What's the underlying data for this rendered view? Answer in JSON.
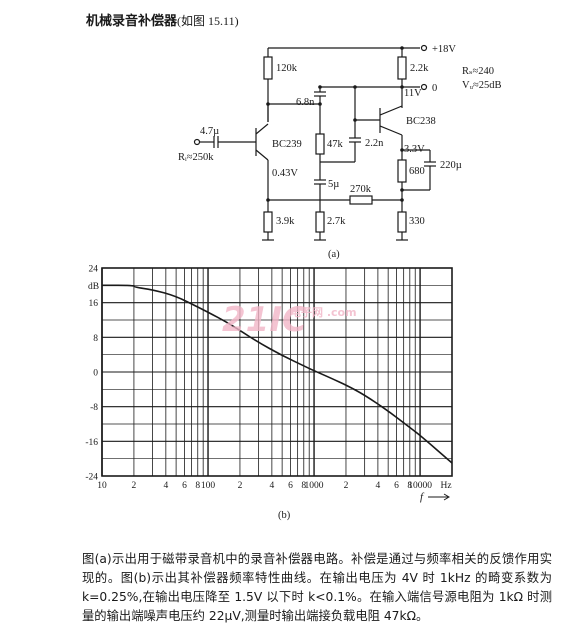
{
  "title": {
    "main": "机械录音补偿器",
    "ref": "(如图 15.11)"
  },
  "circuit": {
    "supply": "+18V",
    "output": "0",
    "rs": "Rₛ≈240",
    "vu": "Vᵤ≈25dB",
    "r120k": "120k",
    "r2k2": "2.2k",
    "c6n8": "6.8n",
    "v11": "11V",
    "c4u7": "4.7µ",
    "ri": "Rᵢ≈250k",
    "q1": "BC239",
    "r47k": "47k",
    "c2n2": "2.2n",
    "q2": "BC238",
    "v33": "3.3V",
    "v043": "0.43V",
    "c5u": "5µ",
    "r680": "680",
    "c220u": "220µ",
    "r270k": "270k",
    "r3k9": "3.9k",
    "r2k7": "2.7k",
    "r330": "330",
    "caption": "(a)"
  },
  "chart_data": {
    "type": "line",
    "title": "",
    "xlabel": "Hz",
    "ylabel": "dB",
    "xscale": "log",
    "xlim": [
      10,
      20000
    ],
    "ylim": [
      -24,
      24
    ],
    "x_ticks": [
      "10",
      "2",
      "4",
      "6",
      "8",
      "100",
      "2",
      "4",
      "6",
      "8",
      "1000",
      "2",
      "4",
      "6",
      "8",
      "10000",
      "Hz"
    ],
    "y_ticks": [
      "24",
      "16",
      "8",
      "0",
      "-8",
      "-16",
      "-24"
    ],
    "grid": true,
    "series": [
      {
        "name": "",
        "x": [
          20,
          30,
          50,
          80,
          100,
          150,
          200,
          300,
          500,
          800,
          1000,
          1500,
          2000,
          3000,
          5000,
          8000,
          10000,
          20000
        ],
        "y": [
          19.6,
          19,
          17.5,
          15,
          13.8,
          11.5,
          9.6,
          6.8,
          3.8,
          1.4,
          0.3,
          -1.6,
          -3,
          -5.3,
          -9,
          -12.8,
          -14.6,
          -21
        ]
      }
    ],
    "caption": "(b)"
  },
  "watermark": {
    "big": "21IC",
    "small": "电子网 .com"
  },
  "paragraph": "图(a)示出用于磁带录音机中的录音补偿器电路。补偿是通过与频率相关的反馈作用实现的。图(b)示出其补偿器频率特性曲线。在输出电压为 4V 时 1kHz 的畸变系数为 k=0.25%,在输出电压降至 1.5V 以下时 k<0.1%。在输入端信号源电阻为 1kΩ 时测量的输出端噪声电压约 22µV,测量时输出端接负载电阻 47kΩ。"
}
